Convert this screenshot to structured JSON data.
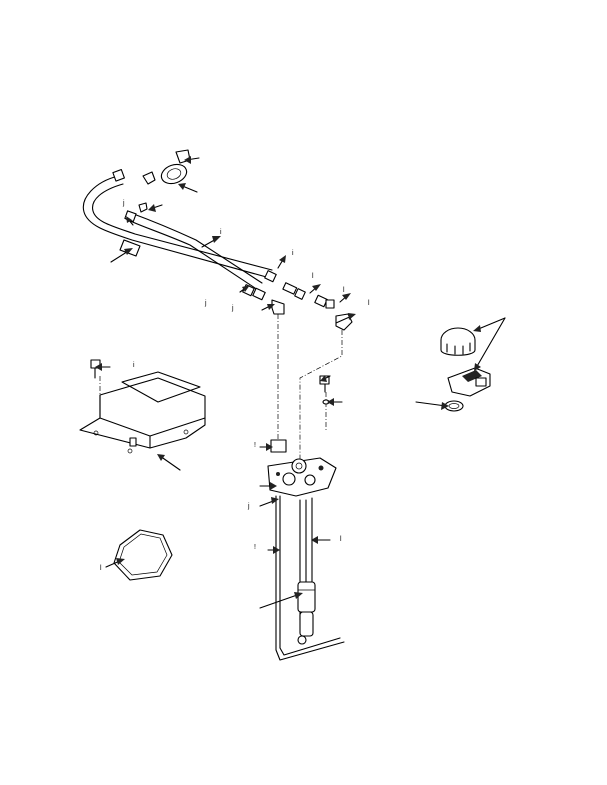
{
  "diagram": {
    "callout_text": [
      "j",
      "i",
      "i",
      "l",
      "l",
      "j",
      "j",
      "i",
      "l",
      "j",
      "l",
      "!",
      "!",
      "l"
    ]
  }
}
